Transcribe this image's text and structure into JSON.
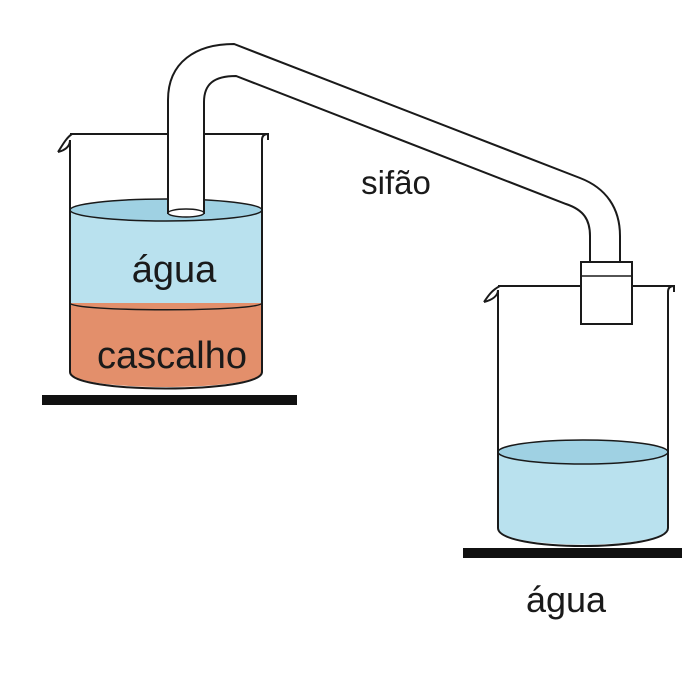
{
  "labels": {
    "siphon": "sifão",
    "upper_water": "água",
    "gravel": "cascalho",
    "lower_water": "água"
  },
  "colors": {
    "water": "#b9e1ee",
    "water_surface": "#9fd1e3",
    "gravel": "#e38f6b",
    "gravel_top": "#d78260",
    "outline": "#1a1a1a",
    "stand": "#111111",
    "glass": "#ffffff"
  }
}
